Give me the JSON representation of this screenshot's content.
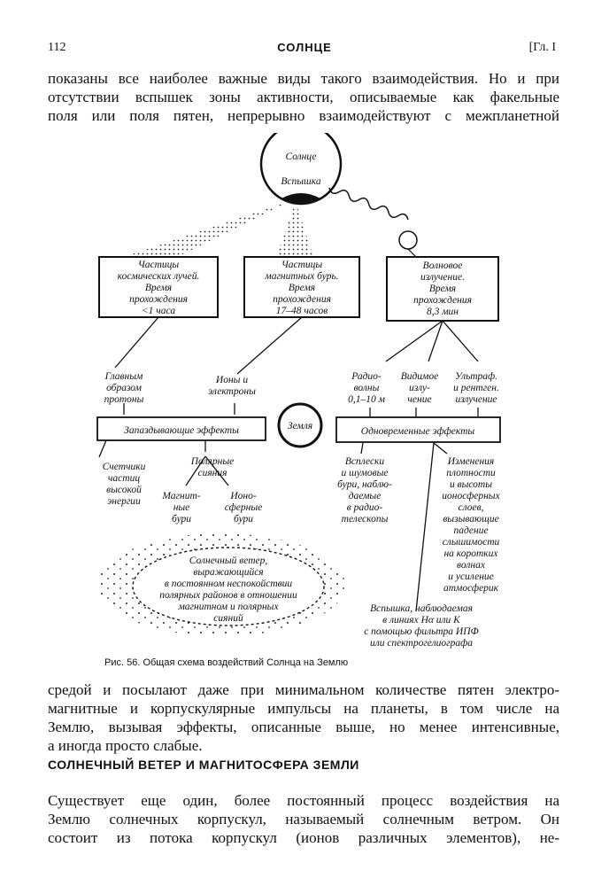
{
  "header": {
    "page_number": "112",
    "running_title": "СОЛНЦЕ",
    "chapter": "[Гл. I"
  },
  "paragraph1": [
    "показаны все наиболее важные виды такого взаимодействия. Но и при",
    "отсутствии вспышек зоны активности, описываемые как факельные",
    "поля или поля пятен, непрерывно взаимодействуют с межпланетной"
  ],
  "figure": {
    "sun": "Солнце",
    "flare": "Вспышка",
    "box1": [
      "Частицы",
      "космических лучей.",
      "Время",
      "прохождения",
      "<1 часа"
    ],
    "box2": [
      "Частицы",
      "магнитных бурь.",
      "Время",
      "прохождения",
      "17–48 часов"
    ],
    "box3": [
      "Волновое",
      "излучение.",
      "Время",
      "прохождения",
      "8,3 мин"
    ],
    "protons": [
      "Главным",
      "образом",
      "протоны"
    ],
    "ions": [
      "Ионы и",
      "электроны"
    ],
    "radio": [
      "Радио-",
      "волны",
      "0,1–10 м"
    ],
    "visible": [
      "Видимое",
      "излу-",
      "чение"
    ],
    "uv": [
      "Ультраф.",
      "и рентген.",
      "излучение"
    ],
    "delayed": "Запаздывающие эффекты",
    "earth": "Земля",
    "simultaneous": "Одновременные эффекты",
    "counters": [
      "Счетчики",
      "частиц",
      "высокой",
      "энергии"
    ],
    "aurora": [
      "Полярные",
      "сияния"
    ],
    "magnetic": [
      "Магнит-",
      "ные",
      "бури"
    ],
    "ionospheric": [
      "Ионо-",
      "сферные",
      "бури"
    ],
    "bursts": [
      "Всплески",
      "и шумовые",
      "бури, наблю-",
      "даемые",
      "в радио-",
      "телескопы"
    ],
    "changes": [
      "Изменения",
      "плотности",
      "и высоты",
      "ионосферных",
      "слоев,",
      "вызывающие",
      "падение",
      "слышимости",
      "на коротких",
      "волнах",
      "и усиление",
      "атмосферик"
    ],
    "wind": [
      "Солнечный ветер,",
      "выражающийся",
      "в постоянном неспокойствии",
      "полярных районов в отношении",
      "магнитном и полярных",
      "сияний"
    ],
    "flare_obs": [
      "Вспышка, наблюдаемая",
      "в линиях Hα или K",
      "с помощью фильтра ИПФ",
      "или спектрогелиографа"
    ],
    "caption": "Рис. 56. Общая схема воздействий Солнца на Землю"
  },
  "paragraph2": [
    "средой и посылают даже при минимальном количестве пятен электро-",
    "магнитные и корпускулярные импульсы на планеты, в том числе на",
    "Землю, вызывая эффекты, описанные выше, но менее интенсивные,",
    "а иногда просто слабые."
  ],
  "section_heading": "СОЛНЕЧНЫЙ ВЕТЕР И МАГНИТОСФЕРА ЗЕМЛИ",
  "paragraph3": [
    "Существует еще один, более постоянный процесс воздействия на",
    "Землю солнечных корпускул, называемый солнечным ветром. Он",
    "состоит из потока корпускул (ионов различных элементов), не-"
  ]
}
